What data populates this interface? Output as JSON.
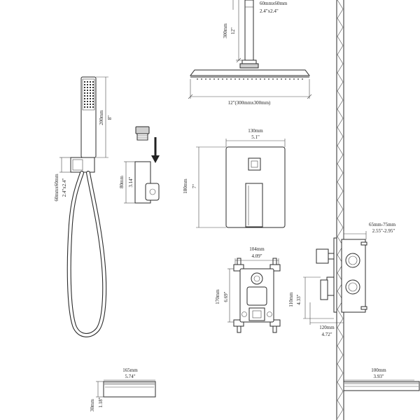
{
  "ceiling_arm": {
    "width_mm": "60mmx60mm",
    "width_in": "2.4\"x2.4\"",
    "length_mm": "300mm",
    "length_in": "12\""
  },
  "rain_head": {
    "size": "12\"(300mmx300mm)"
  },
  "hand_shower": {
    "length_mm": "200mm",
    "length_in": "8\"",
    "holder_mm": "60mmx60mm",
    "holder_in": "2.4\"x2.4\""
  },
  "wall_bracket": {
    "height_mm": "80mm",
    "height_in": "3.14\""
  },
  "trim_plate": {
    "width_mm": "130mm",
    "width_in": "5.1\"",
    "height_mm": "180mm",
    "height_in": "7\""
  },
  "valve_body": {
    "width_mm": "104mm",
    "width_in": "4.09\"",
    "height_mm": "170mm",
    "height_in": "6.69\""
  },
  "side_view": {
    "depth_mm": "65mm-75mm",
    "depth_in": "2.55\"-2.95\"",
    "handle_height_mm": "110mm",
    "handle_height_in": "4.33\"",
    "projection_mm": "120mm",
    "projection_in": "4.72\""
  },
  "tub_spout": {
    "length_mm": "165mm",
    "length_in": "5.74\"",
    "height_mm": "30mm",
    "height_in": "1.18\"",
    "wall_length_mm": "100mm",
    "wall_length_in": "3.93\""
  }
}
